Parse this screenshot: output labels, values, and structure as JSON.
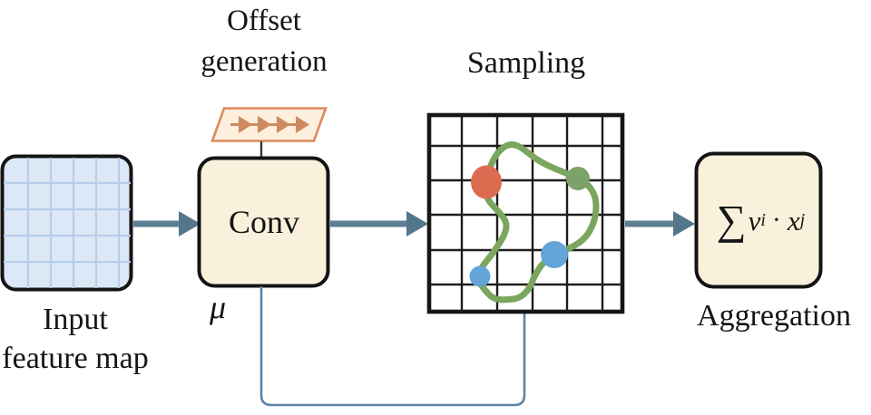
{
  "labels": {
    "offset_line1": "Offset",
    "offset_line2": "generation",
    "sampling": "Sampling",
    "conv": "Conv",
    "mu": "μ",
    "input_line1": "Input",
    "input_line2": "feature map",
    "aggregation": "Aggregation"
  },
  "formula": {
    "sigma": "∑",
    "v": "v",
    "v_sub": "i",
    "dot": "·",
    "x": "x",
    "x_sub": "j"
  },
  "colors": {
    "box_fill_cream": "#faf1dd",
    "box_border": "#141414",
    "input_map_fill": "#dce8f6",
    "input_map_grid_line": "#b7cde9",
    "flow_arrow": "#5d7f93",
    "feedback_line": "#5e82a4",
    "offset_shape_fill": "#fdeedd",
    "offset_shape_border": "#dd8a5c",
    "offset_arrows": "#cd8a5e",
    "sampling_curve_green": "#7aa65e",
    "dot_red": "#dc6c50",
    "dot_green": "#7da269",
    "dot_blue": "#63a4d9"
  }
}
